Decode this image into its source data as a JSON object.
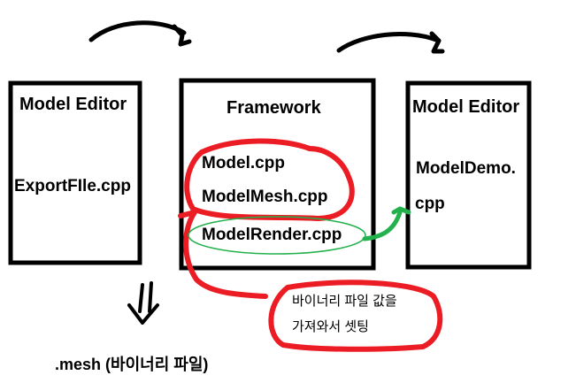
{
  "boxes": {
    "left": {
      "title": "Model Editor",
      "file": "ExportFIle.cpp"
    },
    "framework": {
      "title": "Framework",
      "files": [
        "Model.cpp",
        "ModelMesh.cpp",
        "ModelRender.cpp"
      ]
    },
    "right": {
      "title": "Model Editor",
      "file_line1": "ModelDemo.",
      "file_line2": "cpp"
    }
  },
  "callout": {
    "line1": "바이너리 파일 값을",
    "line2": "가져와서 셋팅"
  },
  "output_label": ".mesh (바이너리 파일)",
  "colors": {
    "ink": "#000000",
    "highlight_red": "#ec1c24",
    "highlight_green": "#22b14c"
  }
}
